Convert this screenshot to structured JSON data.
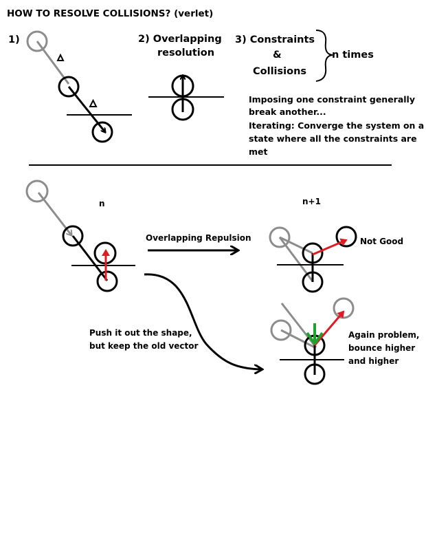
{
  "title": "HOW TO RESOLVE COLLISIONS? (verlet)",
  "steps": {
    "step1": "1)",
    "step2": [
      "2) Overlapping",
      "resolution"
    ],
    "step3": [
      "3) Constraints",
      "&",
      "Collisions"
    ],
    "n_times": "n times"
  },
  "notes": [
    "Imposing one constraint generally",
    "break another...",
    "Iterating: Converge the system on a",
    "state where all the constraints are",
    "met"
  ],
  "labels": {
    "n": "n",
    "n_plus_1": "n+1",
    "overlapping_repulsion": "Overlapping Repulsion",
    "not_good": "Not Good",
    "push_out": [
      "Push it out the shape,",
      "but keep the old vector"
    ],
    "again_problem": [
      "Again problem,",
      "bounce higher",
      "and higher"
    ]
  },
  "colors": {
    "ink": "#000000",
    "previous_position": "#8c8c8c",
    "velocity_vector": "#e01b24",
    "corrected_vector": "#1fa12d"
  }
}
